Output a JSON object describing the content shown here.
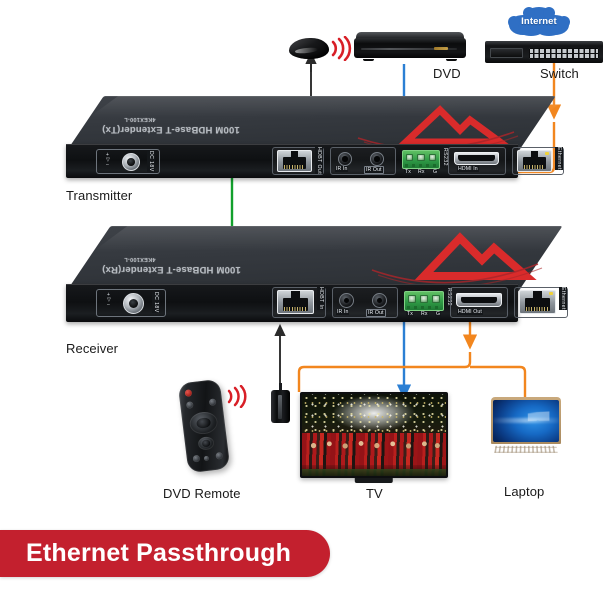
{
  "diagram": {
    "title": "HDBaseT Extender Ethernet Passthrough Connection Diagram",
    "banner": {
      "text": "Ethernet Passthrough",
      "color": "#c3202e"
    }
  },
  "devices": {
    "transmitter": {
      "label": "Transmitter",
      "brand_main": "100M HDBase-T Extender(Tx)",
      "brand_model": "4KEX100-L",
      "ports": [
        {
          "name": "dc-power",
          "caption": "DC 18V"
        },
        {
          "name": "hdbt-out",
          "caption": "HDBT Out"
        },
        {
          "name": "ir-in",
          "caption": "IR In"
        },
        {
          "name": "ir-out",
          "caption": "IR Out"
        },
        {
          "name": "rs232",
          "caption": "RS232"
        },
        {
          "name": "rs232-tx",
          "caption": "Tx"
        },
        {
          "name": "rs232-rx",
          "caption": "Rx"
        },
        {
          "name": "rs232-g",
          "caption": "G"
        },
        {
          "name": "hdmi-in",
          "caption": "HDMI In"
        },
        {
          "name": "ethernet",
          "caption": "Ethernet"
        }
      ]
    },
    "receiver": {
      "label": "Receiver",
      "brand_main": "100M HDBase-T Extender(Rx)",
      "brand_model": "4KEX100-L",
      "ports": [
        {
          "name": "dc-power",
          "caption": "DC 18V"
        },
        {
          "name": "hdbt-in",
          "caption": "HDBT In"
        },
        {
          "name": "ir-in",
          "caption": "IR In"
        },
        {
          "name": "ir-out",
          "caption": "IR Out"
        },
        {
          "name": "rs232",
          "caption": "RS232"
        },
        {
          "name": "rs232-tx",
          "caption": "Tx"
        },
        {
          "name": "rs232-rx",
          "caption": "Rx"
        },
        {
          "name": "rs232-g",
          "caption": "G"
        },
        {
          "name": "hdmi-out",
          "caption": "HDMI Out"
        },
        {
          "name": "ethernet",
          "caption": "Ethernet"
        }
      ]
    }
  },
  "peripherals": {
    "ir_emitter": {
      "label": ""
    },
    "dvd": {
      "label": "DVD"
    },
    "internet": {
      "label": "Internet"
    },
    "switch": {
      "label": "Switch"
    },
    "dvd_remote": {
      "label": "DVD Remote"
    },
    "ir_receiver": {
      "label": ""
    },
    "tv": {
      "label": "TV"
    },
    "laptop": {
      "label": "Laptop"
    }
  },
  "cables": {
    "hdbt": {
      "name": "HDBT CAT cable",
      "color": "#12a02c"
    },
    "hdmi": {
      "name": "HDMI cable",
      "color": "#2b7fd4"
    },
    "ethernet": {
      "name": "Ethernet cable",
      "color": "#f2861e"
    },
    "ir": {
      "name": "IR extension cable",
      "color": "#2b2b2b"
    }
  },
  "colors": {
    "ir_waves": "#d81f27",
    "internet_cloud": "#2f6fc4",
    "device_logo": "#d92b2b"
  }
}
